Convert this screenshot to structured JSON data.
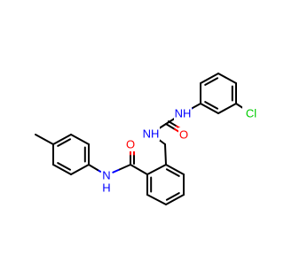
{
  "colors": {
    "background": "#ffffff",
    "carbon_bond": "#000000",
    "nitrogen": "#0000ff",
    "oxygen": "#ff0000",
    "chlorine": "#00cc00"
  },
  "atom_labels": {
    "nh_amide": "N\nH",
    "nh_urea_lower": "NH",
    "nh_urea_upper": "NH",
    "o_amide": "O",
    "o_urea": "O",
    "cl": "Cl"
  }
}
